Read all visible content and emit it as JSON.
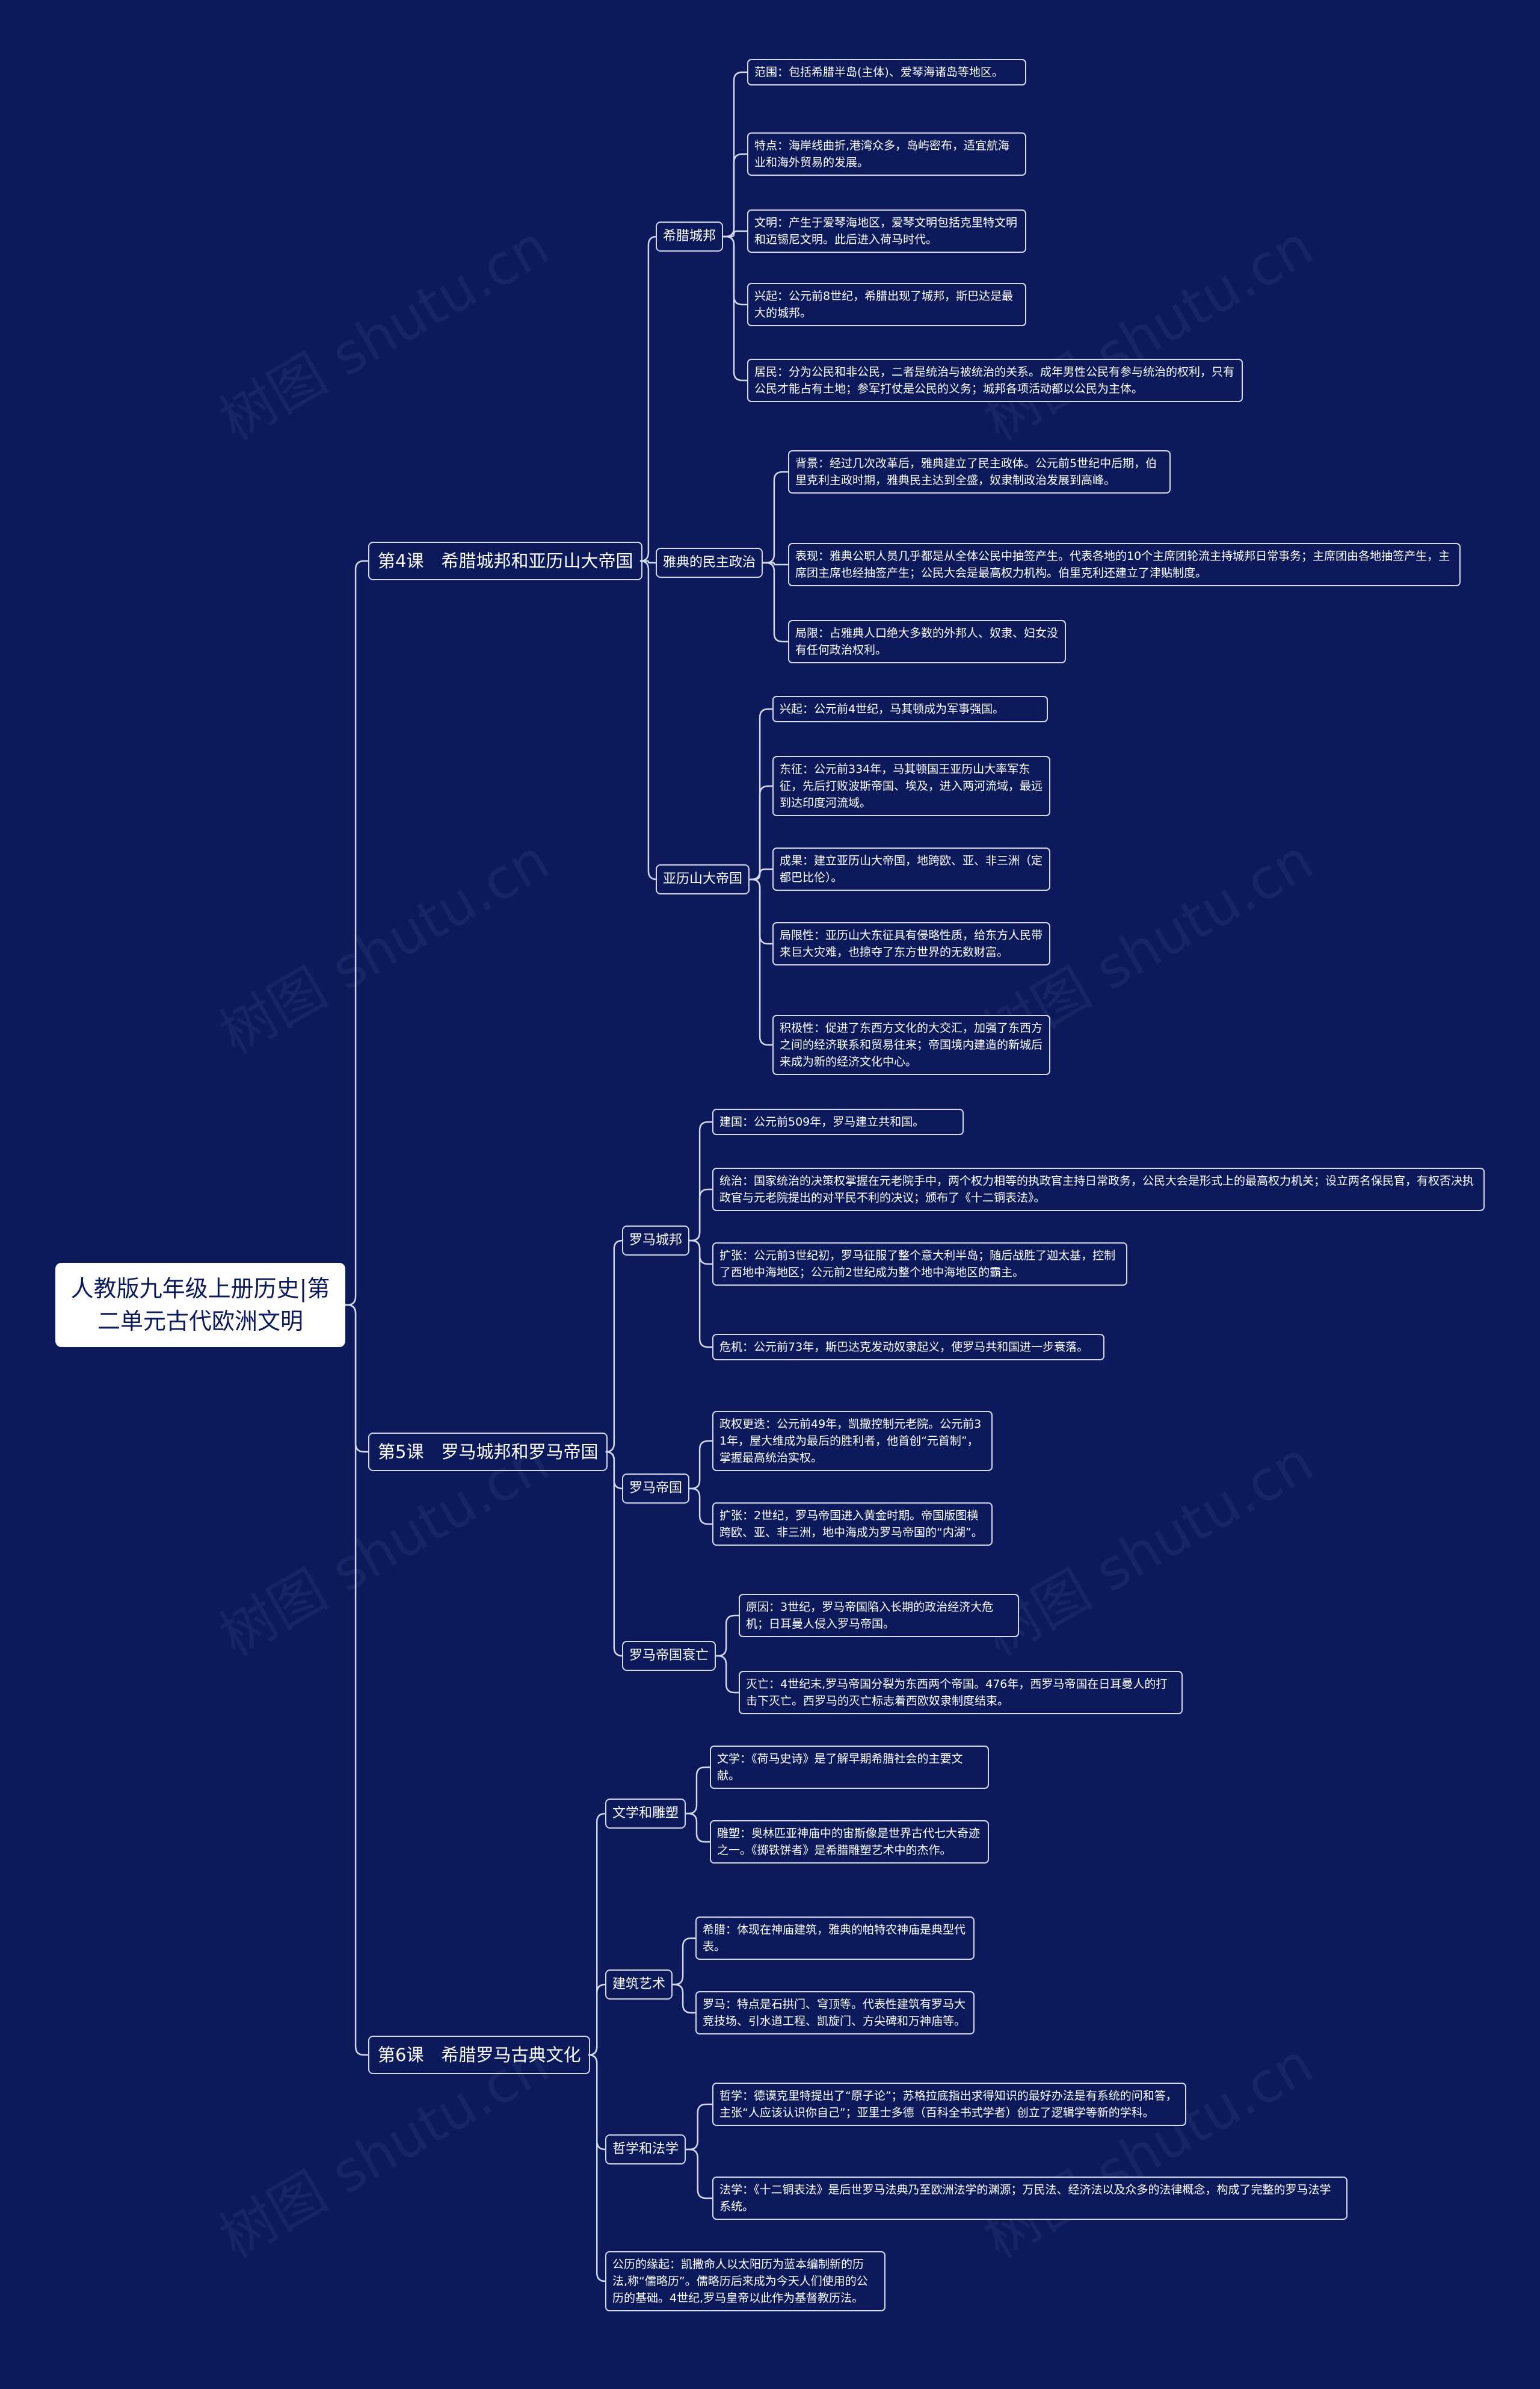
{
  "root": "人教版九年级上册历史|第二单元古代欧洲文明",
  "watermark": "树图 shutu.cn",
  "colors": {
    "background": "#0c1a5c",
    "line": "#d2d8ee",
    "root_bg": "#ffffff"
  },
  "lessons": [
    {
      "title": "第4课　希腊城邦和亚历山大帝国",
      "topics": [
        {
          "label": "希腊城邦",
          "items": [
            "范围：包括希腊半岛(主体)、爱琴海诸岛等地区。",
            "特点：海岸线曲折,港湾众多，岛屿密布，适宜航海业和海外贸易的发展。",
            "文明：产生于爱琴海地区，爱琴文明包括克里特文明和迈锡尼文明。此后进入荷马时代。",
            "兴起：公元前8世纪，希腊出现了城邦，斯巴达是最大的城邦。",
            "居民：分为公民和非公民，二者是统治与被统治的关系。成年男性公民有参与统治的权利，只有公民才能占有土地；参军打仗是公民的义务；城邦各项活动都以公民为主体。"
          ]
        },
        {
          "label": "雅典的民主政治",
          "items": [
            "背景：经过几次改革后，雅典建立了民主政体。公元前5世纪中后期，伯里克利主政时期，雅典民主达到全盛，奴隶制政治发展到高峰。",
            "表现：雅典公职人员几乎都是从全体公民中抽签产生。代表各地的10个主席团轮流主持城邦日常事务；主席团由各地抽签产生，主席团主席也经抽签产生；公民大会是最高权力机构。伯里克利还建立了津贴制度。",
            "局限：占雅典人口绝大多数的外邦人、奴隶、妇女没有任何政治权利。"
          ]
        },
        {
          "label": "亚历山大帝国",
          "items": [
            "兴起：公元前4世纪，马其顿成为军事强国。",
            "东征：公元前334年，马其顿国王亚历山大率军东征，先后打败波斯帝国、埃及，进入两河流域，最远到达印度河流域。",
            "成果：建立亚历山大帝国，地跨欧、亚、非三洲（定都巴比伦）。",
            "局限性：亚历山大东征具有侵略性质，给东方人民带来巨大灾难，也掠夺了东方世界的无数财富。",
            "积极性：促进了东西方文化的大交汇，加强了东西方之间的经济联系和贸易往来；帝国境内建造的新城后来成为新的经济文化中心。"
          ]
        }
      ]
    },
    {
      "title": "第5课　罗马城邦和罗马帝国",
      "topics": [
        {
          "label": "罗马城邦",
          "items": [
            "建国：公元前509年，罗马建立共和国。",
            "统治：国家统治的决策权掌握在元老院手中，两个权力相等的执政官主持日常政务，公民大会是形式上的最高权力机关；设立两名保民官，有权否决执政官与元老院提出的对平民不利的决议；颁布了《十二铜表法》。",
            "扩张：公元前3世纪初，罗马征服了整个意大利半岛；随后战胜了迦太基，控制了西地中海地区；公元前2世纪成为整个地中海地区的霸主。",
            "危机：公元前73年，斯巴达克发动奴隶起义，使罗马共和国进一步衰落。"
          ]
        },
        {
          "label": "罗马帝国",
          "items": [
            "政权更迭：公元前49年，凯撒控制元老院。公元前31年，屋大维成为最后的胜利者，他首创“元首制”，掌握最高统治实权。",
            "扩张：2世纪，罗马帝国进入黄金时期。帝国版图横跨欧、亚、非三洲，地中海成为罗马帝国的“内湖”。"
          ]
        },
        {
          "label": "罗马帝国衰亡",
          "items": [
            "原因：3世纪，罗马帝国陷入长期的政治经济大危机；日耳曼人侵入罗马帝国。",
            "灭亡：4世纪末,罗马帝国分裂为东西两个帝国。476年，西罗马帝国在日耳曼人的打击下灭亡。西罗马的灭亡标志着西欧奴隶制度结束。"
          ]
        }
      ]
    },
    {
      "title": "第6课　希腊罗马古典文化",
      "topics": [
        {
          "label": "文学和雕塑",
          "items": [
            "文学：《荷马史诗》是了解早期希腊社会的主要文献。",
            "雕塑：奥林匹亚神庙中的宙斯像是世界古代七大奇迹之一。《掷铁饼者》是希腊雕塑艺术中的杰作。"
          ]
        },
        {
          "label": "建筑艺术",
          "items": [
            "希腊：体现在神庙建筑，雅典的帕特农神庙是典型代表。",
            "罗马：特点是石拱门、穹顶等。代表性建筑有罗马大竞技场、引水道工程、凯旋门、方尖碑和万神庙等。"
          ]
        },
        {
          "label": "哲学和法学",
          "items": [
            "哲学：德谟克里特提出了“原子论”；苏格拉底指出求得知识的最好办法是有系统的问和答，主张“人应该认识你自己”；亚里士多德（百科全书式学者）创立了逻辑学等新的学科。",
            "法学：《十二铜表法》是后世罗马法典乃至欧洲法学的渊源；万民法、经济法以及众多的法律概念，构成了完整的罗马法学系统。"
          ]
        },
        {
          "label": "公历的缘起：凯撒命人以太阳历为蓝本编制新的历法,称“儒略历”。儒略历后来成为今天人们使用的公历的基础。4世纪,罗马皇帝以此作为基督教历法。",
          "items": []
        }
      ]
    }
  ]
}
